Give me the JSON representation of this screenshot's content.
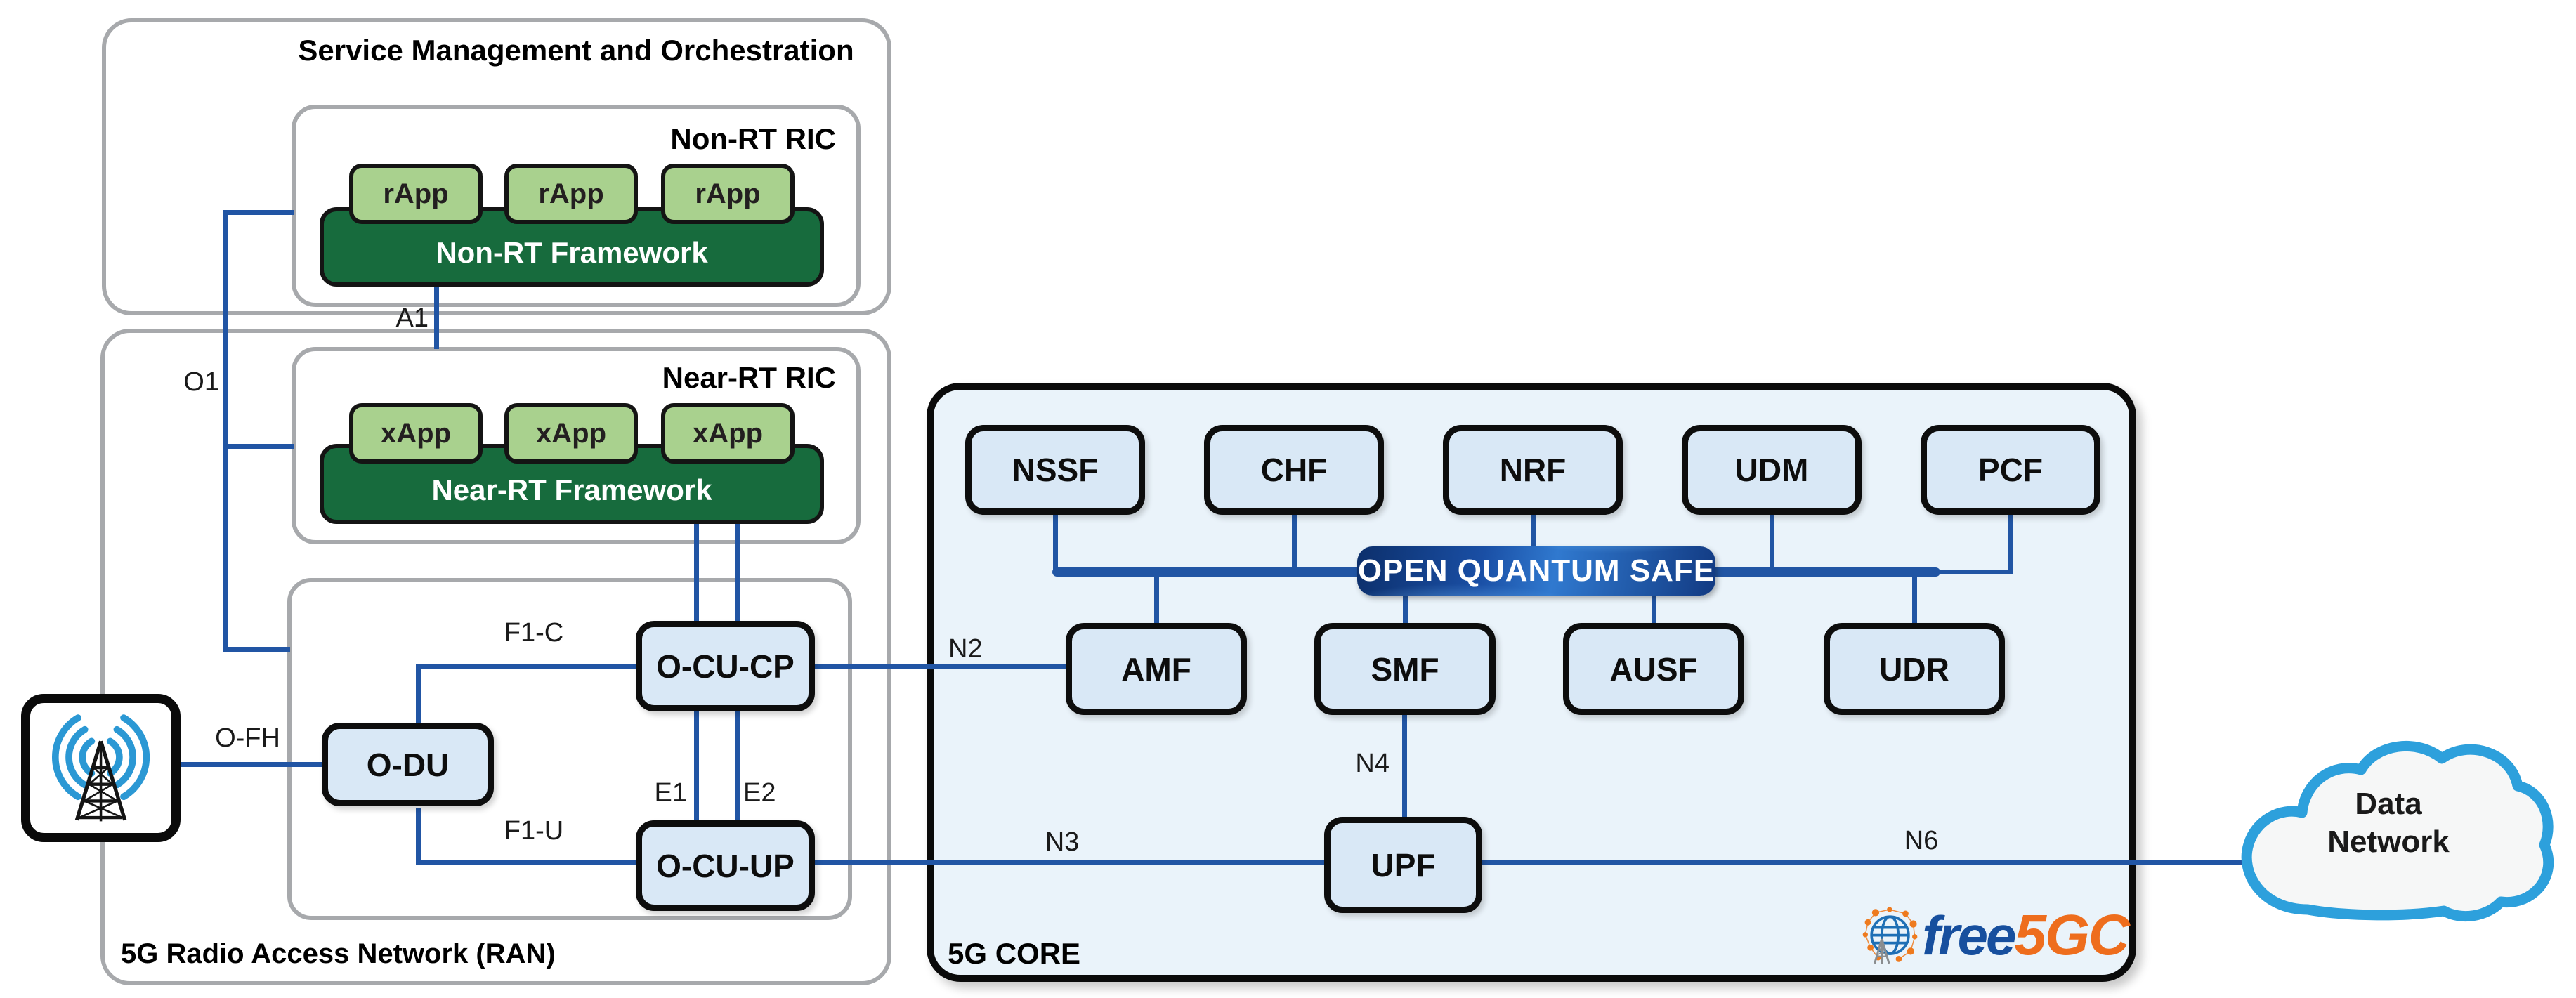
{
  "palette": {
    "line_blue": "#2155a4",
    "node_fill": "#d9e8f6",
    "node_border": "#0d0d0d",
    "container_border": "#a7a9ac",
    "core_fill": "#eaf3fa",
    "app_green": "#a9d18e",
    "framework_green": "#176b3d",
    "banner_blue": "#1a4fa5",
    "cloud_border": "#2da0dc",
    "logo_free_blue": "#174f9e",
    "logo_orange": "#ee6d1d"
  },
  "smo": {
    "title": "Service Management and Orchestration",
    "non_rt_ric": {
      "label": "Non-RT RIC",
      "apps": [
        "rApp",
        "rApp",
        "rApp"
      ],
      "framework": "Non-RT Framework"
    }
  },
  "ran": {
    "label": "5G Radio Access Network (RAN)",
    "near_rt_ric": {
      "label": "Near-RT RIC",
      "apps": [
        "xApp",
        "xApp",
        "xApp"
      ],
      "framework": "Near-RT Framework"
    },
    "nodes": {
      "odu": "O-DU",
      "ocucp": "O-CU-CP",
      "ocuup": "O-CU-UP"
    }
  },
  "core": {
    "label": "5G CORE",
    "banner": "OPEN QUANTUM SAFE",
    "top_row": [
      "NSSF",
      "CHF",
      "NRF",
      "UDM",
      "PCF"
    ],
    "mid_row": [
      "AMF",
      "SMF",
      "AUSF",
      "UDR"
    ],
    "upf": "UPF",
    "logo": {
      "free": "free",
      "fivegc": "5GC"
    }
  },
  "cloud": {
    "line1": "Data",
    "line2": "Network"
  },
  "interfaces": {
    "o1": "O1",
    "a1": "A1",
    "ofh": "O-FH",
    "f1c": "F1-C",
    "f1u": "F1-U",
    "e1": "E1",
    "e2": "E2",
    "n2": "N2",
    "n3": "N3",
    "n4": "N4",
    "n6": "N6"
  }
}
